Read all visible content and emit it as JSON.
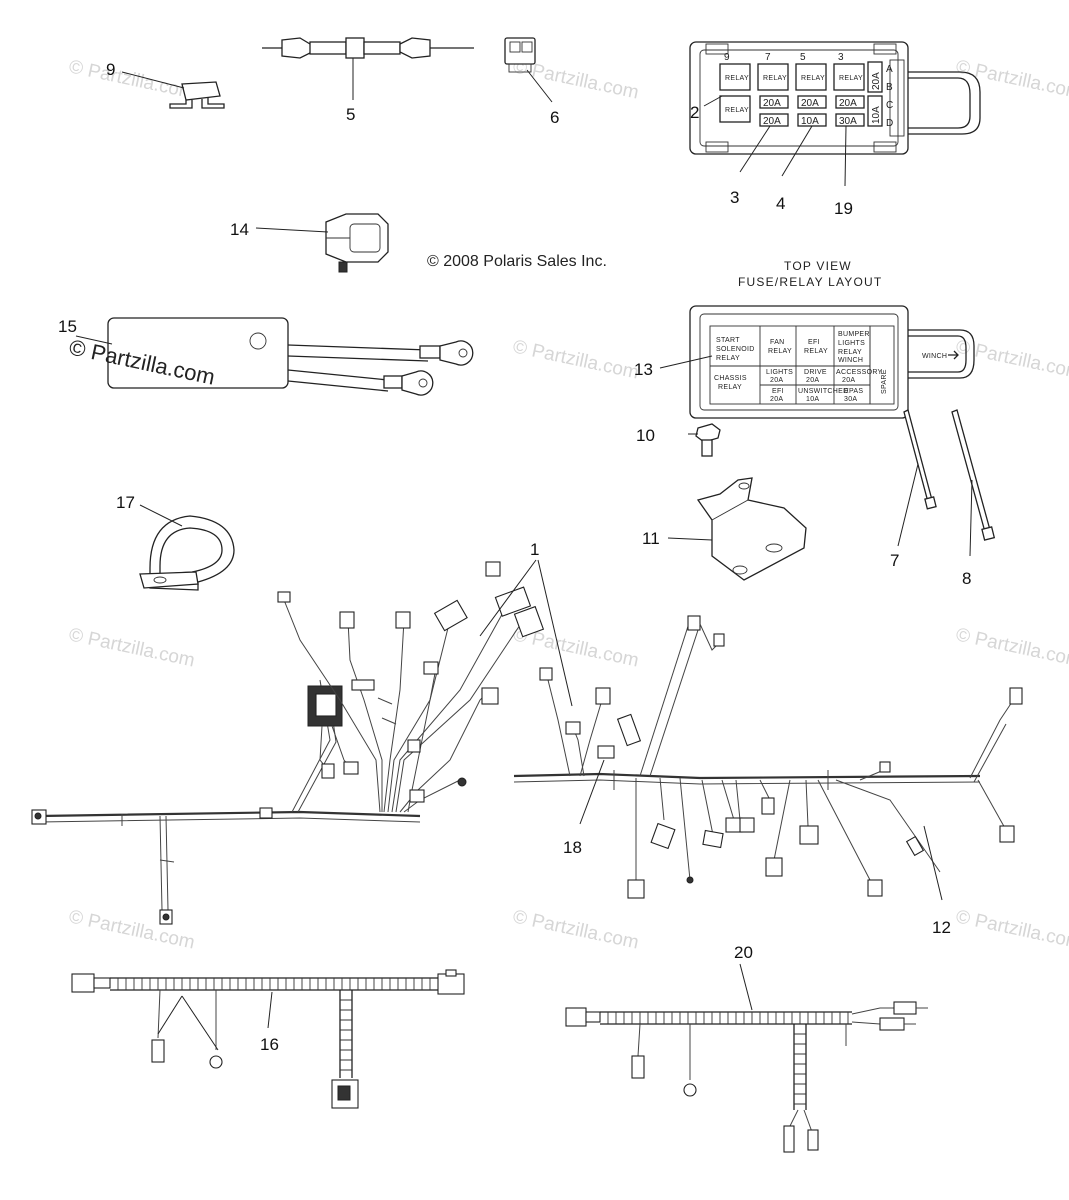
{
  "copyright": "© 2008 Polaris Sales Inc.",
  "watermark": "© Partzilla.com",
  "caption": {
    "line1": "TOP VIEW",
    "line2": "FUSE/RELAY LAYOUT"
  },
  "part_numbers": {
    "p1": "1",
    "p2": "2",
    "p3": "3",
    "p4": "4",
    "p5": "5",
    "p6": "6",
    "p7": "7",
    "p8": "8",
    "p9": "9",
    "p10": "10",
    "p11": "11",
    "p12": "12",
    "p13": "13",
    "p14": "14",
    "p15": "15",
    "p16": "16",
    "p17": "17",
    "p18": "18",
    "p19": "19",
    "p20": "20"
  },
  "fuse_box_top": {
    "slot_numbers": [
      "9",
      "7",
      "5",
      "3"
    ],
    "relays": [
      "RELAY",
      "RELAY",
      "RELAY",
      "RELAY",
      "RELAY"
    ],
    "fuses": [
      "20A",
      "20A",
      "20A",
      "20A",
      "10A",
      "30A"
    ],
    "side_fuses": [
      "20A",
      "10A"
    ],
    "side_letters": [
      "A",
      "B",
      "C",
      "D"
    ]
  },
  "fuse_box_layout": {
    "start_solenoid": [
      "START",
      "SOLENOID",
      "RELAY"
    ],
    "fan_relay": [
      "FAN",
      "RELAY"
    ],
    "efi_relay": [
      "EFI",
      "RELAY"
    ],
    "bumper_lights": [
      "BUMPER",
      "LIGHTS",
      "RELAY"
    ],
    "chassis_relay": [
      "CHASSIS",
      "RELAY"
    ],
    "lights": [
      "LIGHTS",
      "20A"
    ],
    "drive": [
      "DRIVE",
      "20A"
    ],
    "accessory": [
      "ACCESSORY",
      "20A"
    ],
    "efi": [
      "EFI",
      "20A"
    ],
    "unswitched": [
      "UNSWITCHED",
      "10A"
    ],
    "epas": [
      "EPAS",
      "30A"
    ],
    "winch": "WINCH",
    "spare": "SPARE",
    "winch_tab": "WINCH"
  }
}
